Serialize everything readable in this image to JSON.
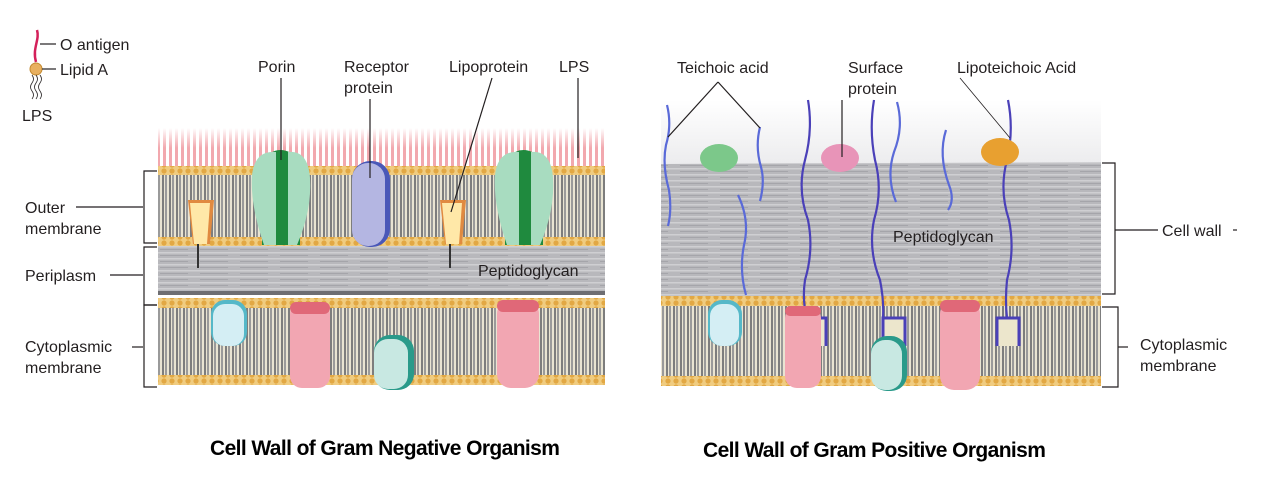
{
  "negative": {
    "caption": "Cell Wall of Gram Negative Organism",
    "legend": {
      "o_antigen": "O antigen",
      "lipid_a": "Lipid A",
      "lps": "LPS"
    },
    "top_labels": {
      "porin": "Porin",
      "receptor_line1": "Receptor",
      "receptor_line2": "protein",
      "lipoprotein": "Lipoprotein",
      "lps": "LPS"
    },
    "side_labels": {
      "outer_line1": "Outer",
      "outer_line2": "membrane",
      "periplasm": "Periplasm",
      "cyto_line1": "Cytoplasmic",
      "cyto_line2": "membrane"
    },
    "peptidoglycan": "Peptidoglycan"
  },
  "positive": {
    "caption": "Cell Wall of Gram Positive Organism",
    "top_labels": {
      "teichoic": "Teichoic acid",
      "surface_line1": "Surface",
      "surface_line2": "protein",
      "lipoteichoic": "Lipoteichoic Acid"
    },
    "side_labels": {
      "cell_wall": "Cell wall",
      "cyto_line1": "Cytoplasmic",
      "cyto_line2": "membrane"
    },
    "peptidoglycan": "Peptidoglycan"
  },
  "colors": {
    "lipid_head": "#e8b85a",
    "lipid_tail": "#8a8a8a",
    "peptidoglycan": "#b9b9bd",
    "lps_pink": "#f0a0a8",
    "porin_fill": "#a8dcc0",
    "porin_dark": "#1f8a3e",
    "receptor": "#b0b4e0",
    "lipoprotein": "#ffe6a0",
    "pink_protein": "#f2a6b2",
    "cyan_protein": "#c8ecf0",
    "teichoic": "#5a6ad8"
  }
}
